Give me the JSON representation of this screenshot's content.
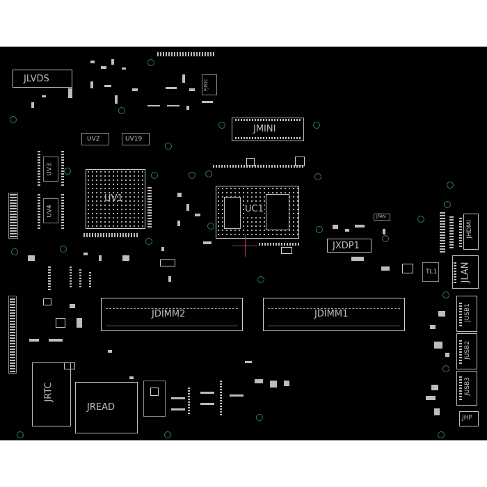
{
  "labels": {
    "jlvds": "JLVDS",
    "jmini": "JMINI",
    "uv1": "UV1",
    "uc1": "UC1",
    "uv2": "UV2",
    "uv19": "UV19",
    "uv3": "UV3",
    "uv4": "UV4",
    "jfan": "JFAN",
    "jxdp1": "JXDP1",
    "tl1": "TL1",
    "jhdmi": "JHDMI",
    "jlan": "JLAN",
    "jusb1": "JUSB1",
    "jusb2": "JUSB2",
    "jusb3": "JUSB3",
    "jhp": "JHP",
    "jdimm2": "JDIMM2",
    "jdimm1": "JDIMM1",
    "jrtc": "JRTC",
    "jread": "JREAD",
    "pjpoc": "PJPOC"
  },
  "colors": {
    "board": "#000000",
    "silkscreen": "#bdbdbd",
    "via_ring": "#2f7f5a",
    "crosshair": "#b04060"
  }
}
